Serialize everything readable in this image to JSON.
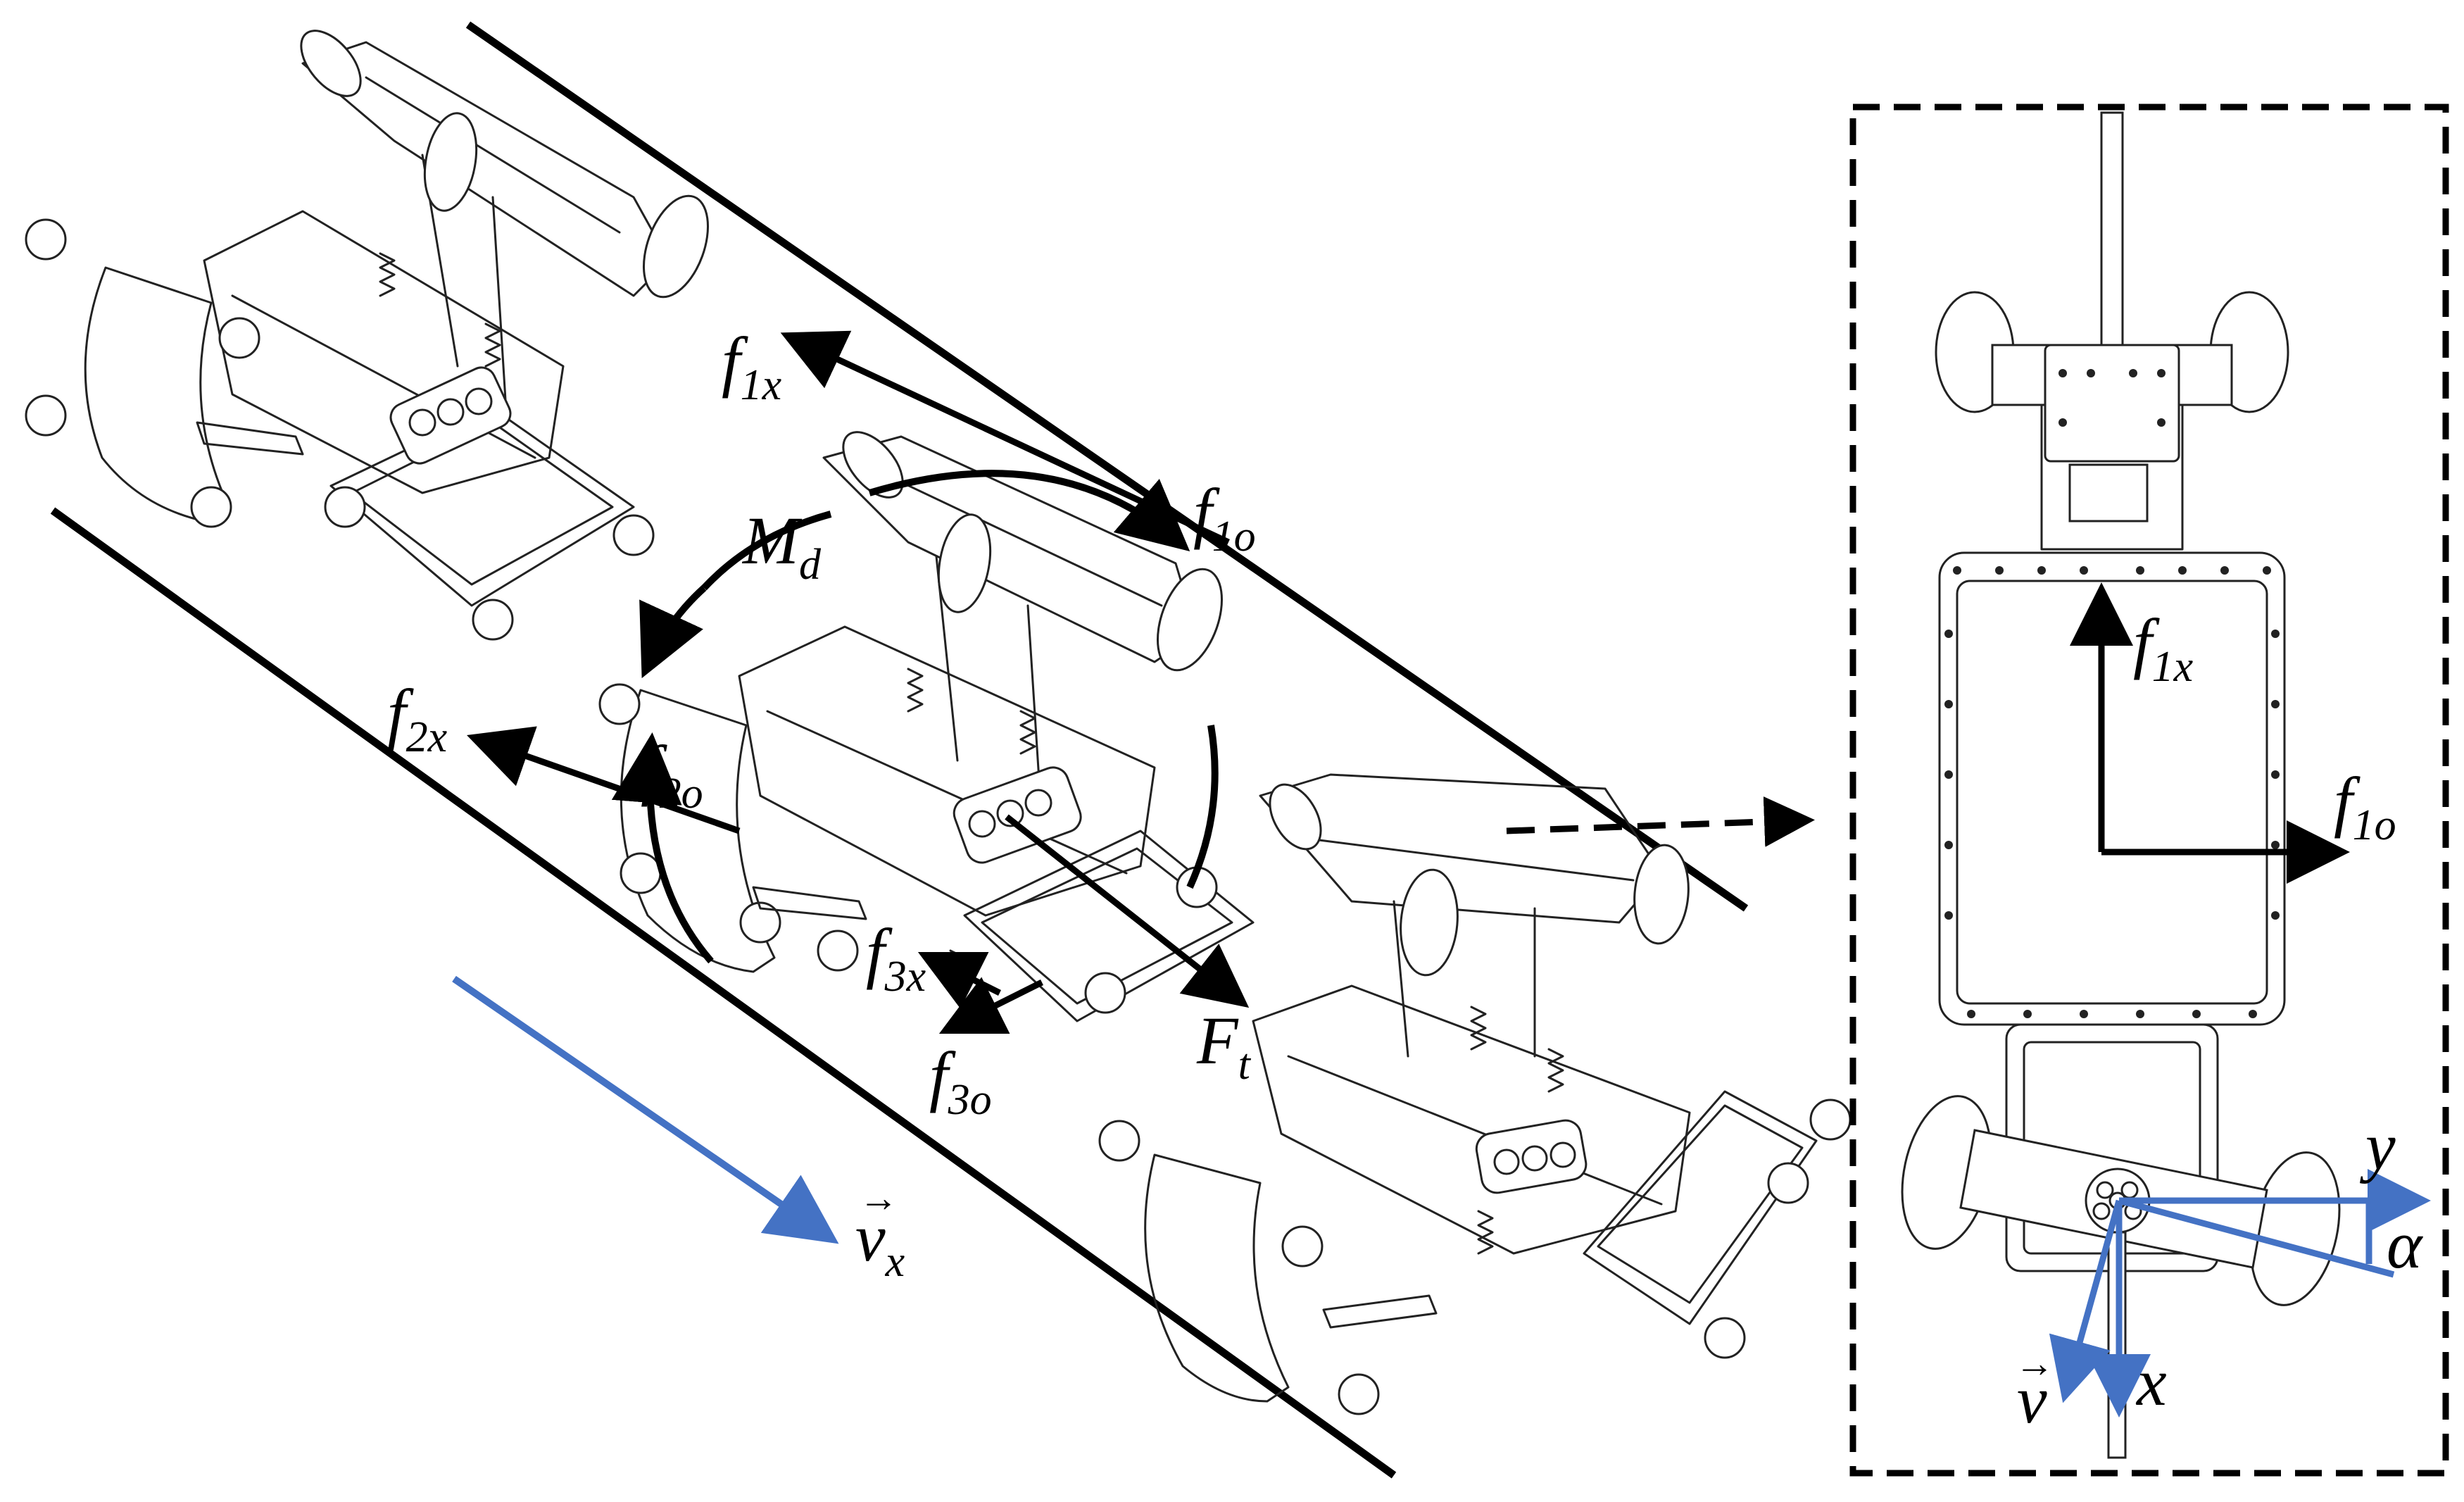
{
  "colors": {
    "ink": "#000000",
    "velocity": "#4472c4",
    "line_art": "#222222"
  },
  "labels": {
    "f1x": {
      "base": "f",
      "sub": "1x"
    },
    "f1o": {
      "base": "f",
      "sub": "1o"
    },
    "Md": {
      "base": "M",
      "sub": "d"
    },
    "f2x": {
      "base": "f",
      "sub": "2x"
    },
    "f2o": {
      "base": "f",
      "sub": "2o"
    },
    "f3x": {
      "base": "f",
      "sub": "3x"
    },
    "f3o": {
      "base": "f",
      "sub": "3o"
    },
    "Ft": {
      "base": "F",
      "sub": "t"
    },
    "vx": {
      "base": "v",
      "sub": "x",
      "accent": "→"
    },
    "inset_f1x": {
      "base": "f",
      "sub": "1x"
    },
    "inset_f1o": {
      "base": "f",
      "sub": "1o"
    },
    "inset_y": "y",
    "inset_alpha": "α",
    "inset_v": {
      "base": "v",
      "accent": "→"
    },
    "inset_x": "x"
  }
}
